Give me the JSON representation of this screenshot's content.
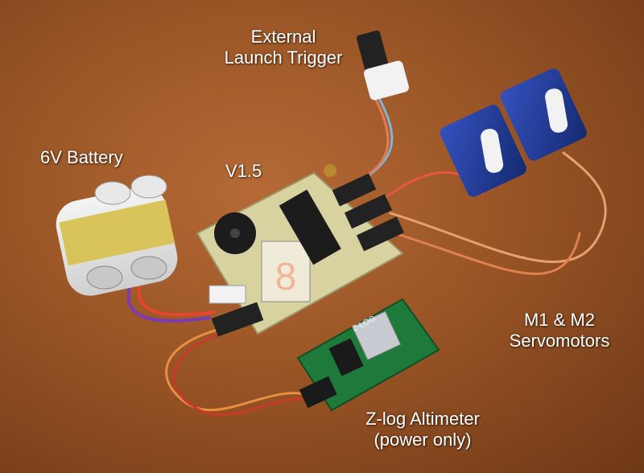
{
  "labels": {
    "trigger": [
      "External",
      "Launch Trigger"
    ],
    "battery": "6V Battery",
    "version": "V1.5",
    "servos": [
      "M1 & M2",
      "Servomotors"
    ],
    "altimeter": [
      "Z-log Altimeter",
      "(power only)"
    ]
  },
  "silkscreen": {
    "altimeter_board": "Z-LOG"
  },
  "colors": {
    "wood": "#9a5526",
    "pcb": "#d8d2a0",
    "servo_blue": "#1f3d99",
    "altimeter_board": "#1e7a3a",
    "label_text": "#ffffff"
  }
}
